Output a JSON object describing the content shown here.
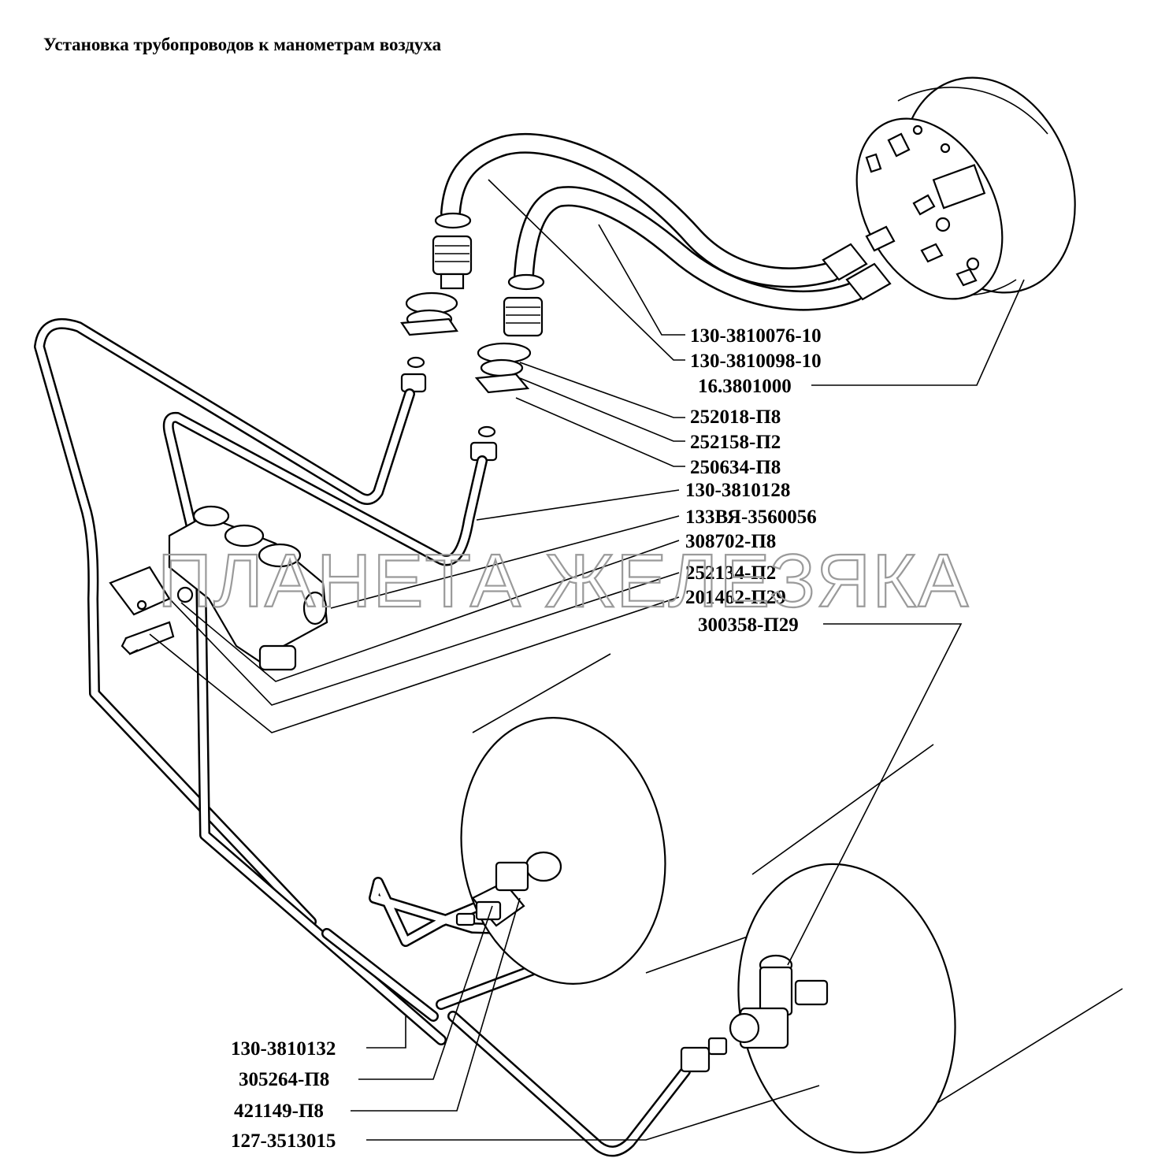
{
  "title": "Установка трубопроводов к манометрам воздуха",
  "watermark": "ПЛАНЕТА ЖЕЛЕЗЯКА",
  "labels": [
    "130-3810076-10",
    "130-3810098-10",
    "16.3801000",
    "252018-П8",
    "252158-П2",
    "250634-П8",
    "130-3810128",
    "133ВЯ-3560056",
    "308702-П8",
    "252134-П2",
    "201462-П29",
    "300358-П29",
    "130-3810132",
    "305264-П8",
    "421149-П8",
    "127-3513015"
  ]
}
